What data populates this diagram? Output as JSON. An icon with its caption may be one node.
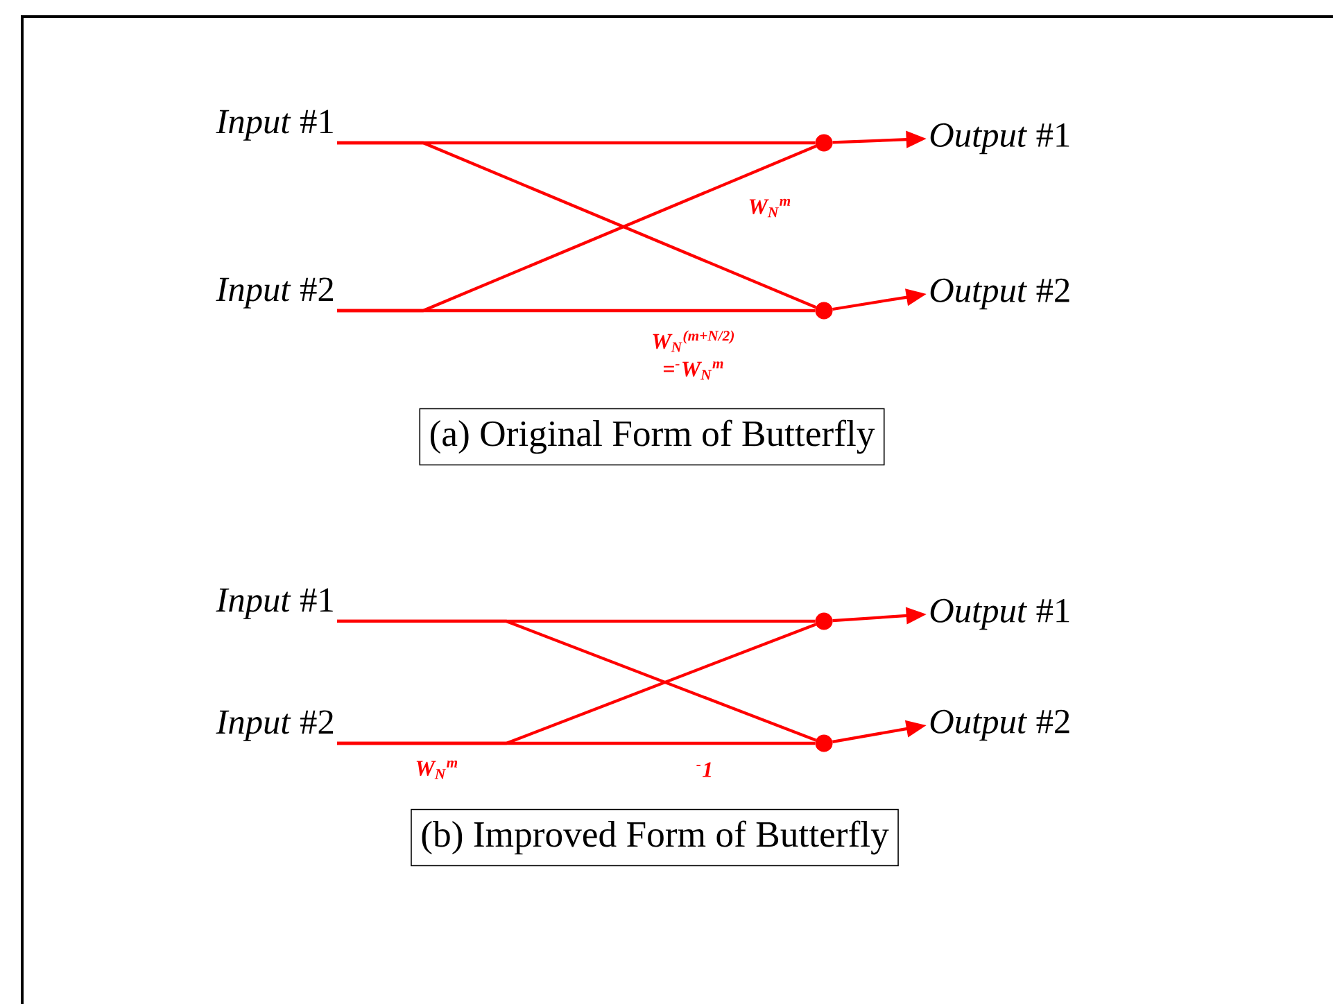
{
  "diagram": {
    "nodes": [
      {
        "text": [
          "*Input* #1"
        ]
      },
      {
        "text": [
          "*Input* #2"
        ]
      },
      {
        "text": [],
        "shape": "circle"
      },
      {
        "text": [],
        "shape": "circle"
      },
      {
        "text": [
          "*Output* #1"
        ]
      },
      {
        "text": [
          "*Output* #2"
        ]
      },
      {
        "text": [
          "(a) Original Form of Butterfly"
        ]
      },
      {
        "text": [
          "*Input* #1"
        ]
      },
      {
        "text": [
          "*Input* #2"
        ]
      },
      {
        "text": [],
        "shape": "circle"
      },
      {
        "text": [],
        "shape": "circle"
      },
      {
        "text": [
          "*Output* #1"
        ]
      },
      {
        "text": [
          "*Output* #2"
        ]
      },
      {
        "text": [
          "(b) Improved Form of Butterfly"
        ]
      }
    ],
    "edges": [
      {
        "from": 0,
        "to": 2,
        "arrow": "none"
      },
      {
        "from": 0,
        "to": 3,
        "arrow": "none"
      },
      {
        "from": 1,
        "to": 3,
        "arrow": "none",
        "label": "W$_{N}$$^{(m+N/2)}$ =$^{-}$W$_{N}$$^{m}$"
      },
      {
        "from": 1,
        "to": 2,
        "arrow": "none",
        "label": "W$_{N}$$^{m}$"
      },
      {
        "from": 2,
        "to": 4,
        "arrow": "to"
      },
      {
        "from": 3,
        "to": 5,
        "arrow": "to"
      },
      {
        "from": 7,
        "to": 9,
        "arrow": "none"
      },
      {
        "from": 7,
        "to": 10,
        "arrow": "none"
      },
      {
        "from": 8,
        "to": 10,
        "arrow": "none",
        "label": "$^{-}$1"
      },
      {
        "from": 8,
        "to": 9,
        "arrow": "none"
      },
      {
        "from": 9,
        "to": 11,
        "arrow": "to"
      },
      {
        "from": 10,
        "to": 12,
        "arrow": "to"
      }
    ],
    "labels": [
      "W$_{N}$$^{m}$"
    ]
  }
}
